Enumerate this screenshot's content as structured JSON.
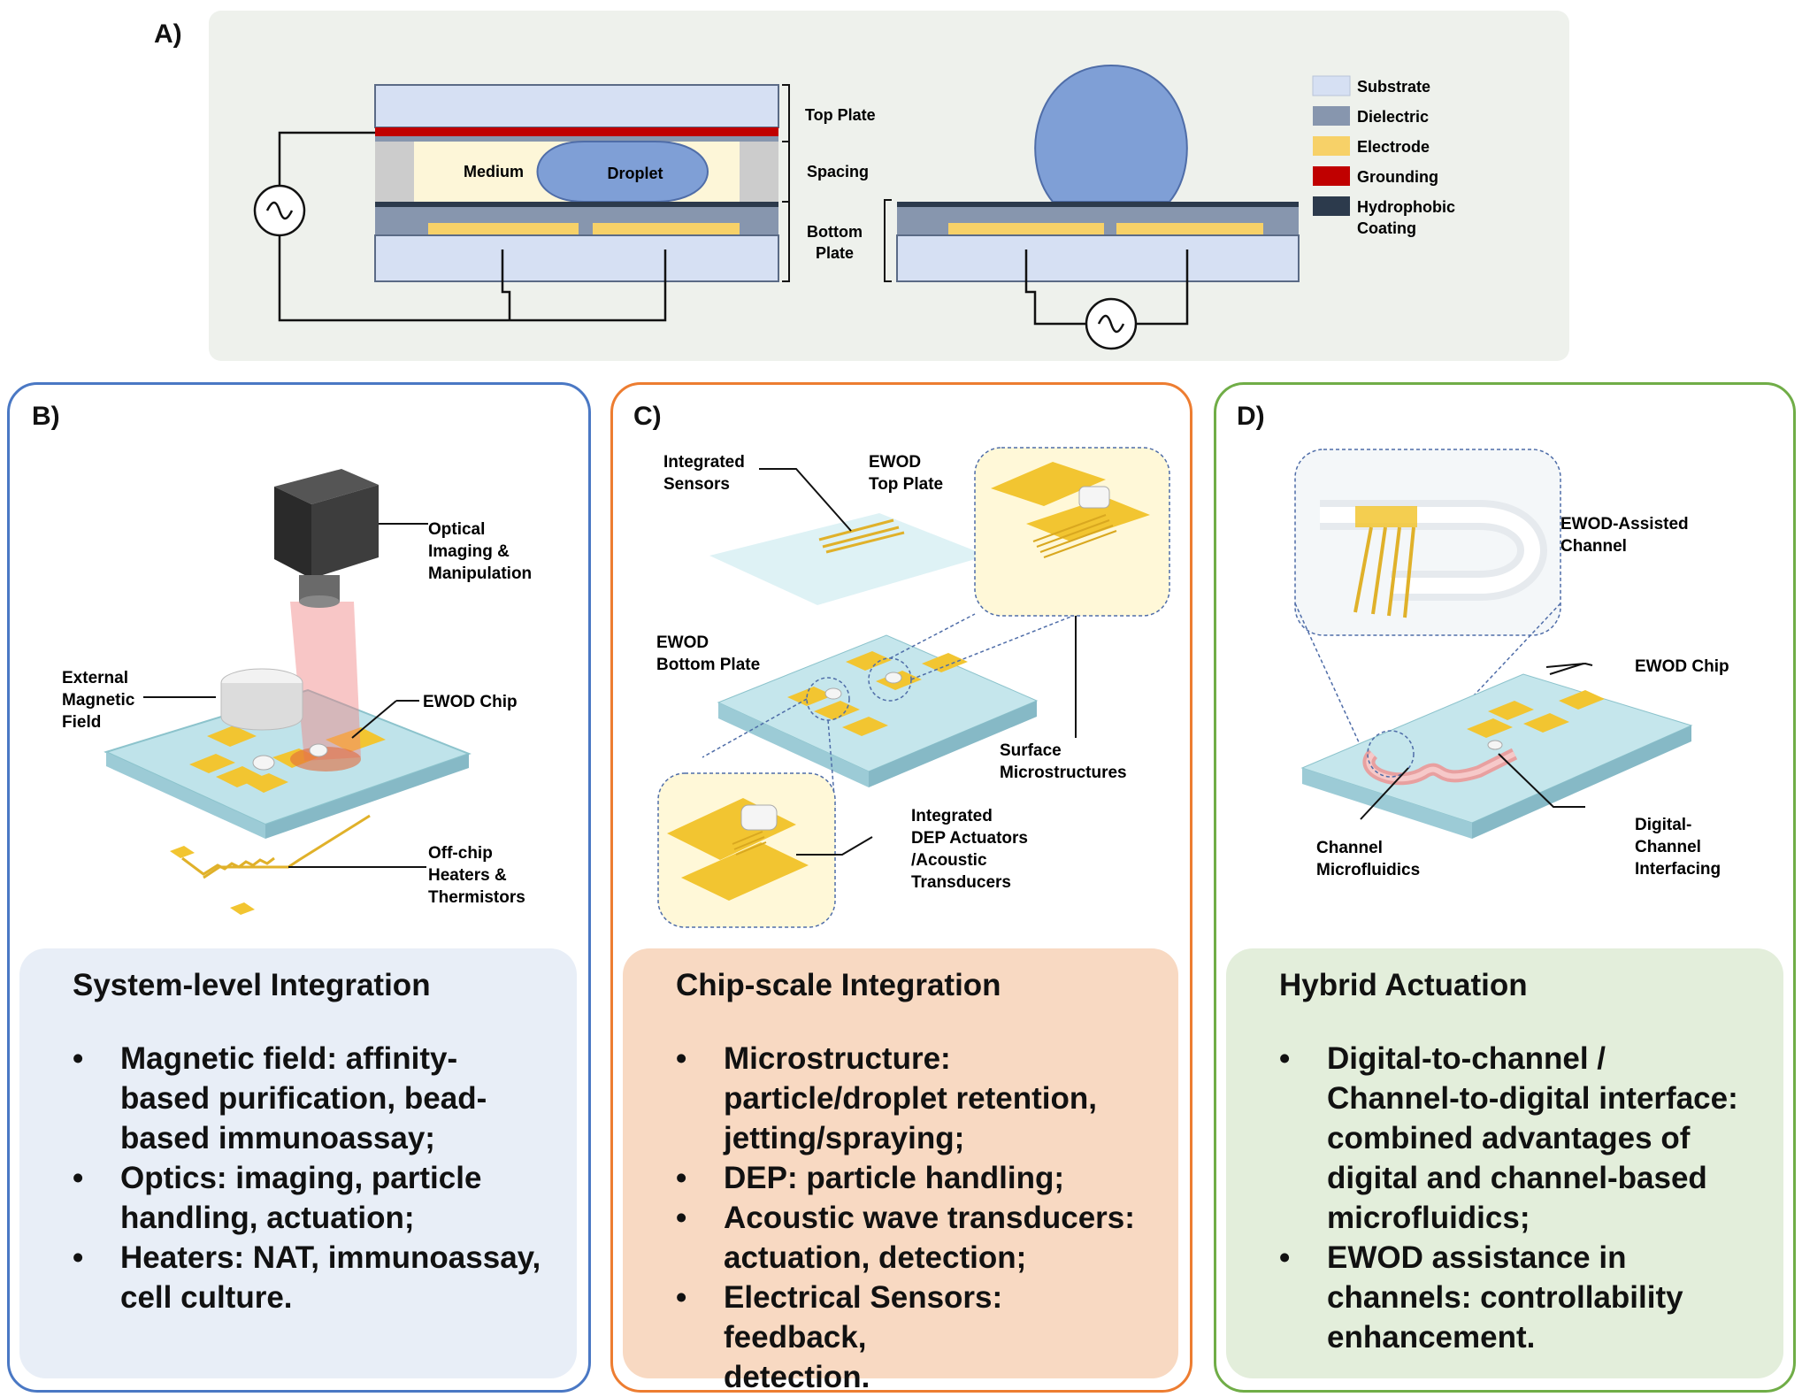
{
  "panelA": {
    "letter": "A)",
    "labels": {
      "top_plate": "Top Plate",
      "spacing": "Spacing",
      "bottom_plate_1": "Bottom",
      "bottom_plate_2": "Plate",
      "medium": "Medium",
      "droplet": "Droplet"
    },
    "legend": [
      {
        "label": "Substrate",
        "color": "#d6e0f3"
      },
      {
        "label": "Dielectric",
        "color": "#8796ae"
      },
      {
        "label": "Electrode",
        "color": "#f7d168"
      },
      {
        "label": "Grounding",
        "color": "#c00000"
      },
      {
        "label": "Hydrophobic",
        "label2": "Coating",
        "color": "#2c3a4c"
      }
    ]
  },
  "panelB": {
    "letter": "B)",
    "labels": {
      "optical_1": "Optical",
      "optical_2": "Imaging &",
      "optical_3": "Manipulation",
      "magnetic_1": "External",
      "magnetic_2": "Magnetic",
      "magnetic_3": "Field",
      "ewod_chip": "EWOD Chip",
      "heaters_1": "Off-chip",
      "heaters_2": "Heaters &",
      "heaters_3": "Thermistors"
    },
    "title": "System-level Integration",
    "bullets": [
      {
        "l1": "Magnetic field: affinity-",
        "l2": "based purification, bead-",
        "l3": "based immunoassay;"
      },
      {
        "l1": "Optics: imaging, particle",
        "l2": "handling, actuation;"
      },
      {
        "l1": "Heaters: NAT, immunoassay,",
        "l2": "cell culture."
      }
    ],
    "colors": {
      "border": "#4a78c4",
      "card": "#e8eef7"
    }
  },
  "panelC": {
    "letter": "C)",
    "labels": {
      "sensors_1": "Integrated",
      "sensors_2": "Sensors",
      "top_plate_1": "EWOD",
      "top_plate_2": "Top Plate",
      "bottom_plate_1": "EWOD",
      "bottom_plate_2": "Bottom Plate",
      "surface_1": "Surface",
      "surface_2": "Microstructures",
      "dep_1": "Integrated",
      "dep_2": "DEP Actuators",
      "dep_3": "/Acoustic",
      "dep_4": "Transducers"
    },
    "title": "Chip-scale Integration",
    "bullets": [
      {
        "l1": "Microstructure:",
        "l2": "particle/droplet retention,",
        "l3": "jetting/spraying;"
      },
      {
        "l1": "DEP: particle handling;"
      },
      {
        "l1": "Acoustic wave transducers:",
        "l2": "actuation, detection;"
      },
      {
        "l1": "Electrical Sensors: feedback,",
        "l2": "detection."
      }
    ],
    "colors": {
      "border": "#ed7d31",
      "card": "#f8d9c2"
    }
  },
  "panelD": {
    "letter": "D)",
    "labels": {
      "assisted_1": "EWOD-Assisted",
      "assisted_2": "Channel",
      "chip": "EWOD Chip",
      "channel_1": "Channel",
      "channel_2": "Microfluidics",
      "digital_1": "Digital-",
      "digital_2": "Channel",
      "digital_3": "Interfacing"
    },
    "title": "Hybrid Actuation",
    "bullets": [
      {
        "l1": "Digital-to-channel /",
        "l2": "Channel-to-digital interface:",
        "l3": "combined advantages of",
        "l4": "digital and channel-based",
        "l5": "microfluidics;"
      },
      {
        "l1": "EWOD assistance in",
        "l2": "channels: controllability",
        "l3": "enhancement."
      }
    ],
    "colors": {
      "border": "#70ad47",
      "card": "#e3eedb"
    }
  }
}
